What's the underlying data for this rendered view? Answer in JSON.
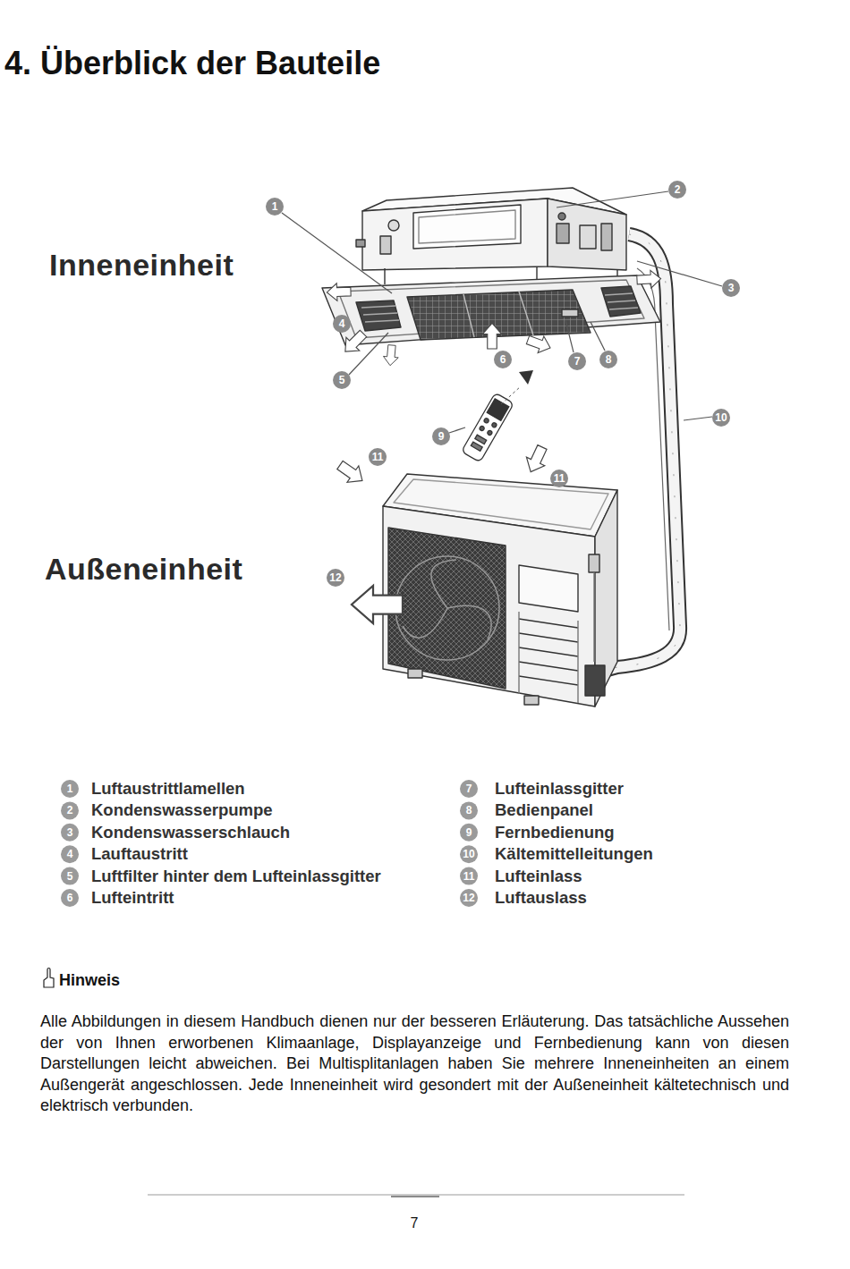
{
  "diagram": {
    "title": "4. Überblick der Bauteile",
    "labels": [
      "Inneneinheit",
      "Außeneinheit",
      "1",
      "2",
      "3",
      "4",
      "5",
      "6",
      "7",
      "8",
      "9",
      "10",
      "11",
      "11",
      "12",
      "1",
      "Luftaustrittlamellen",
      "2",
      "Kondenswasserpumpe",
      "3",
      "Kondenswasserschlauch",
      "4",
      "Lauftaustritt",
      "5",
      "Luftfilter hinter dem Lufteinlassgitter",
      "6",
      "Lufteintritt",
      "7",
      "Lufteinlassgitter",
      "8",
      "Bedienpanel",
      "9",
      "Fernbedienung",
      "10",
      "Kältemittelleitungen",
      "11",
      "Lufteinlass",
      "12",
      "Luftauslass",
      "Hinweis",
      "Alle Abbildungen in diesem Handbuch dienen nur der besseren Erläuterung. Das tatsächliche Aussehen der von Ihnen erworbenen Klimaanlage, Displayanzeige und Fernbedienung kann von diesen Darstellungen leicht abweichen. Bei Multisplitanlagen haben Sie mehrere Inneneinheiten an einem Außengerät angeschlossen. Jede Inneneinheit wird gesondert mit der Außeneinheit kältetechnisch und elektrisch verbunden.",
      "7"
    ]
  }
}
